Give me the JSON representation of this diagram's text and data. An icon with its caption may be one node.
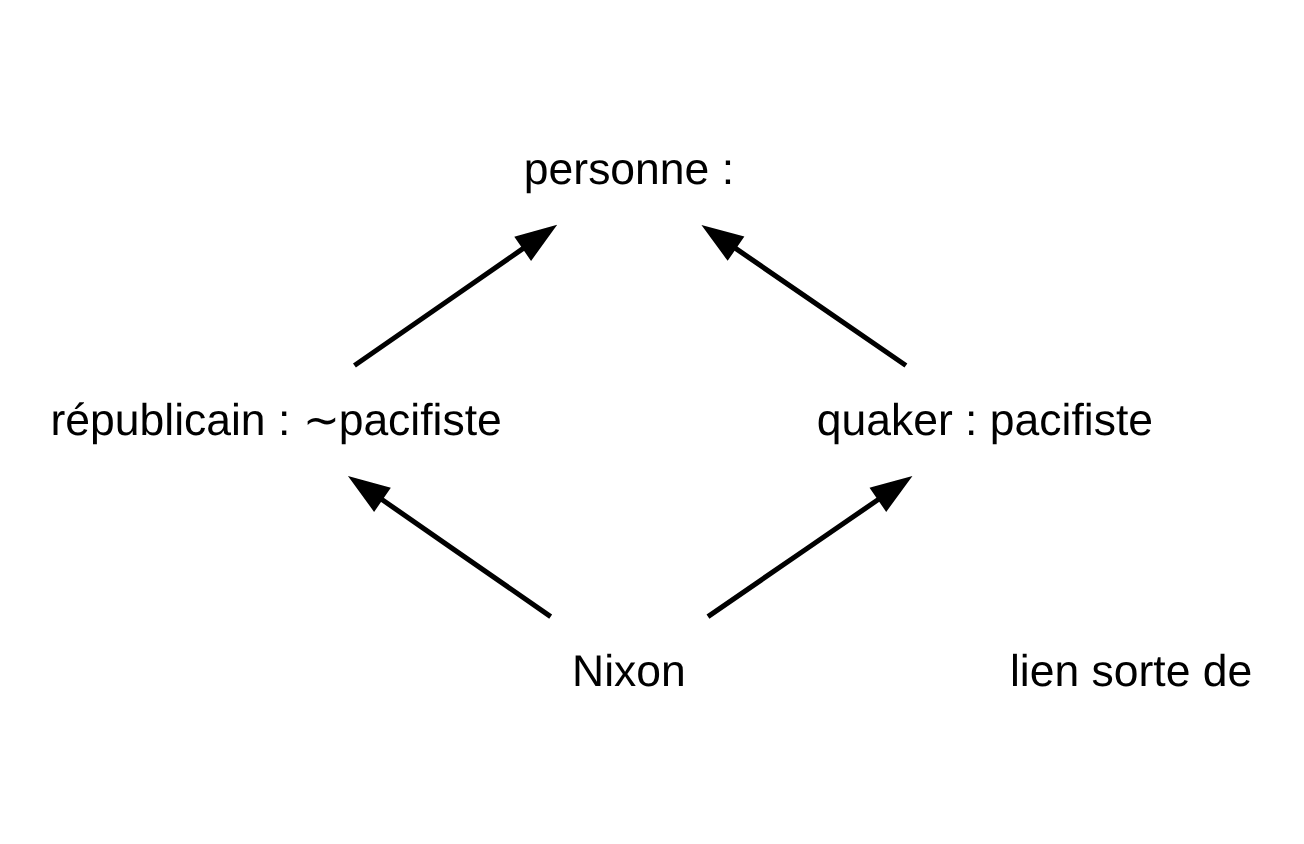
{
  "diagram": {
    "nodes": [
      {
        "text": [
          "personne :"
        ]
      },
      {
        "text": [
          "républicain : ∼pacifiste"
        ]
      },
      {
        "text": [
          "quaker : pacifiste"
        ]
      },
      {
        "text": [
          "Nixon"
        ]
      }
    ],
    "edges": [
      {
        "from": 1,
        "to": 0,
        "arrow": "to"
      },
      {
        "from": 2,
        "to": 0,
        "arrow": "to"
      },
      {
        "from": 3,
        "to": 1,
        "arrow": "to"
      },
      {
        "from": 3,
        "to": 2,
        "arrow": "to"
      }
    ],
    "legend": [
      {
        "text": "lien sorte de"
      }
    ]
  }
}
